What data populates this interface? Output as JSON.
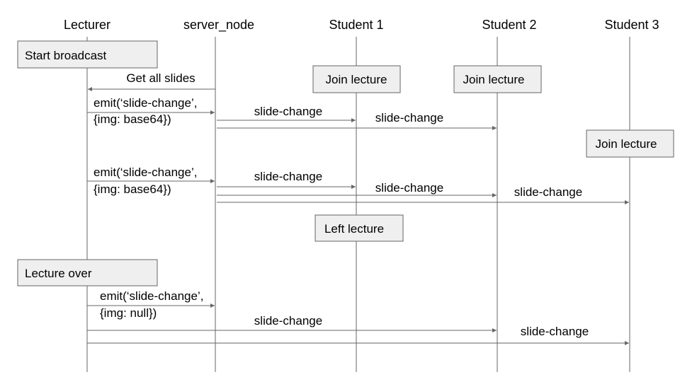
{
  "participants": {
    "lecturer": "Lecturer",
    "server": "server_node",
    "student1": "Student 1",
    "student2": "Student 2",
    "student3": "Student 3"
  },
  "boxes": {
    "start_broadcast": "Start broadcast",
    "join_s1": "Join lecture",
    "join_s2": "Join lecture",
    "join_s3": "Join lecture",
    "left_s1": "Left lecture",
    "lecture_over": "Lecture over"
  },
  "messages": {
    "get_all_slides": "Get all slides",
    "emit1_line1": "emit(‘slide-change’,",
    "emit1_line2": "{img: base64})",
    "sc1_s1": "slide-change",
    "sc1_s2": "slide-change",
    "emit2_line1": "emit(‘slide-change’,",
    "emit2_line2": "{img: base64})",
    "sc2_s1": "slide-change",
    "sc2_s2": "slide-change",
    "sc2_s3": "slide-change",
    "emit3_line1": "emit(‘slide-change’,",
    "emit3_line2": "{img: null})",
    "sc3_s2": "slide-change",
    "sc3_s3": "slide-change"
  },
  "colors": {
    "box_fill": "#efefef",
    "line": "#666666"
  }
}
